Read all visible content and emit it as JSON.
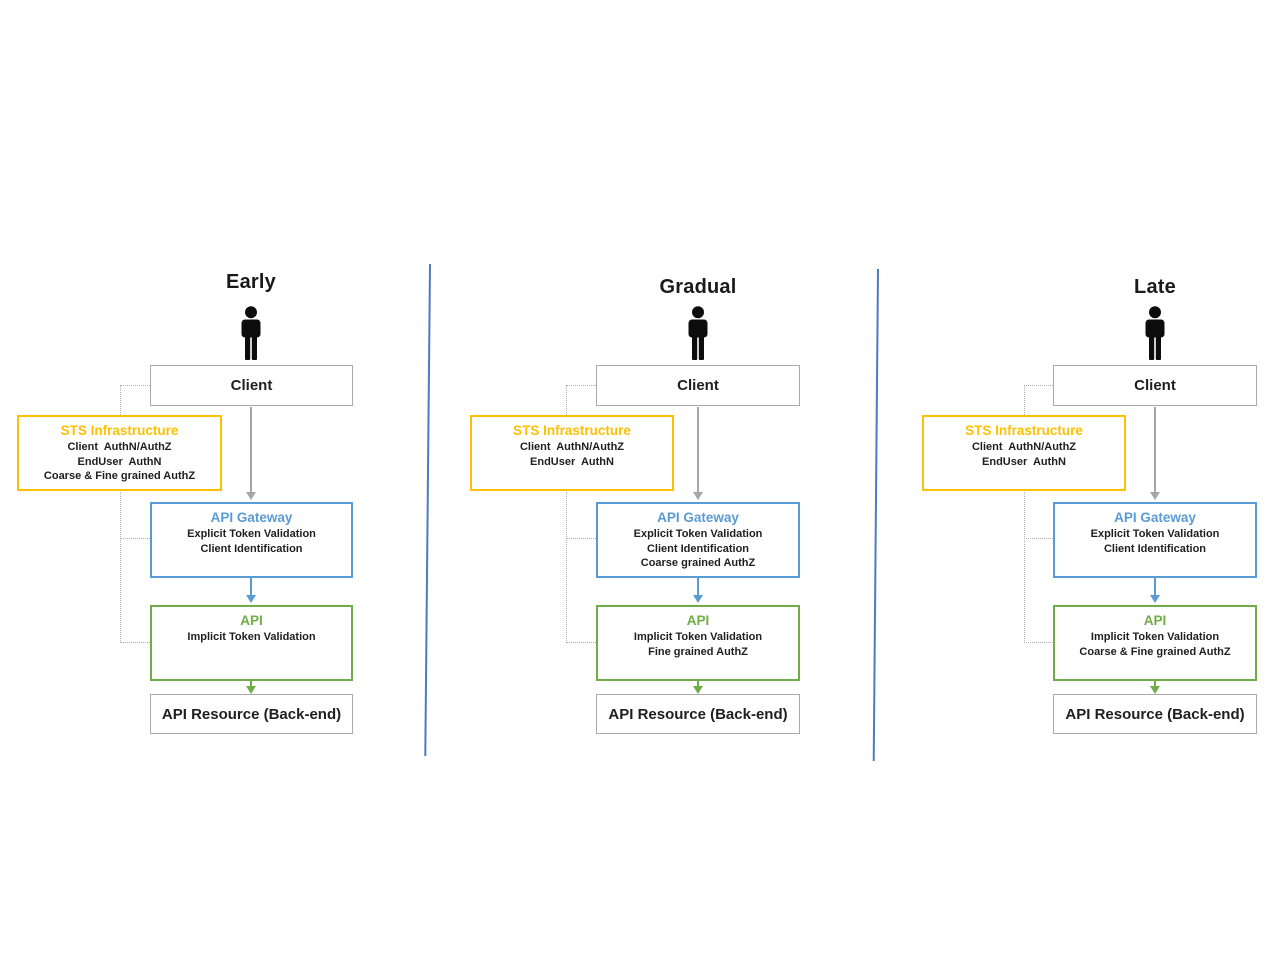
{
  "diagram": {
    "description": "Three-phase API security migration diagram",
    "colors": {
      "accent_gold": "#FFC000",
      "accent_blue": "#5B9BD5",
      "accent_green": "#70AD47",
      "divider_blue": "#4A7CC4",
      "neutral_gray": "#A6A6A6"
    },
    "columns": [
      {
        "title": "Early",
        "client_label": "Client",
        "sts": {
          "title": "STS Infrastructure",
          "lines": [
            "Client  AuthN/AuthZ",
            "EndUser  AuthN",
            "Coarse & Fine grained AuthZ"
          ]
        },
        "gateway": {
          "title": "API Gateway",
          "lines": [
            "Explicit Token Validation",
            "Client Identification"
          ]
        },
        "api": {
          "title": "API",
          "lines": [
            "Implicit Token Validation"
          ]
        },
        "resource_label": "API Resource (Back-end)"
      },
      {
        "title": "Gradual",
        "client_label": "Client",
        "sts": {
          "title": "STS Infrastructure",
          "lines": [
            "Client  AuthN/AuthZ",
            "EndUser  AuthN"
          ]
        },
        "gateway": {
          "title": "API Gateway",
          "lines": [
            "Explicit Token Validation",
            "Client Identification",
            "Coarse grained AuthZ"
          ]
        },
        "api": {
          "title": "API",
          "lines": [
            "Implicit Token Validation",
            "Fine grained AuthZ"
          ]
        },
        "resource_label": "API Resource (Back-end)"
      },
      {
        "title": "Late",
        "client_label": "Client",
        "sts": {
          "title": "STS Infrastructure",
          "lines": [
            "Client  AuthN/AuthZ",
            "EndUser  AuthN"
          ]
        },
        "gateway": {
          "title": "API Gateway",
          "lines": [
            "Explicit Token Validation",
            "Client Identification"
          ]
        },
        "api": {
          "title": "API",
          "lines": [
            "Implicit Token Validation",
            "Coarse & Fine grained AuthZ"
          ]
        },
        "resource_label": "API Resource (Back-end)"
      }
    ]
  }
}
